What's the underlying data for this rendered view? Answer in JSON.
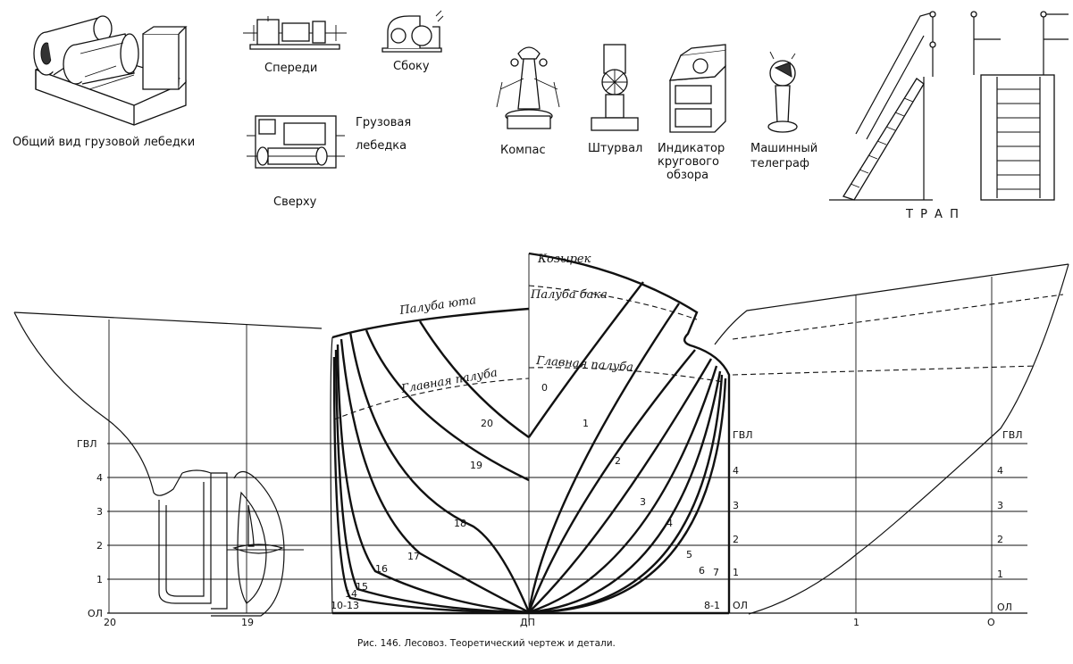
{
  "details": {
    "winch_caption": "Общий вид грузовой лебедки",
    "front_label": "Спереди",
    "side_label": "Сбоку",
    "top_label": "Сверху",
    "winch_views_title_1": "Грузовая",
    "winch_views_title_2": "лебедка",
    "compass": "Компас",
    "wheel": "Штурвал",
    "radar_1": "Индикатор",
    "radar_2": "кругового",
    "radar_3": "обзора",
    "telegraph_1": "Машинный",
    "telegraph_2": "телеграф",
    "ladder": "Т Р А П"
  },
  "drawing": {
    "decks": {
      "visor": "Козырек",
      "forecastle": "Палуба бака",
      "poop": "Палуба юта",
      "main_left": "Главная палуба",
      "main_right": "Главная палуба"
    },
    "waterlines": {
      "gvl": "ГВЛ",
      "wl4": "4",
      "wl3": "3",
      "wl2": "2",
      "wl1": "1",
      "ol": "ОЛ"
    },
    "stations_bottom": {
      "s20": "20",
      "s19": "19",
      "dp": "ДП",
      "s1": "1",
      "s0": "О"
    },
    "section_numbers": {
      "n0": "0",
      "n1": "1",
      "n2": "2",
      "n3": "3",
      "n4": "4",
      "n5": "5",
      "n6": "6",
      "n7": "7",
      "n8_1": "8-1",
      "n20": "20",
      "n19": "19",
      "n18": "18",
      "n17": "17",
      "n16": "16",
      "n15": "15",
      "n14": "14",
      "n10_13": "10-13"
    }
  },
  "caption": "Рис. 146. Лесовоз. Теоретический чертеж и детали."
}
